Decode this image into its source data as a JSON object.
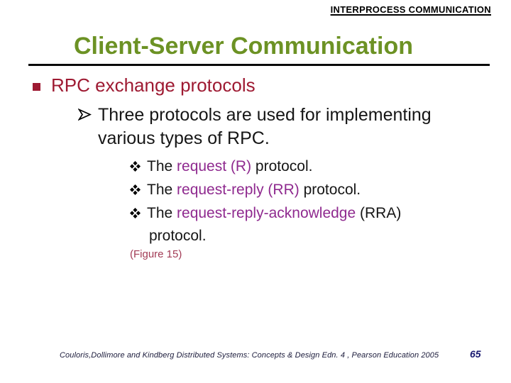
{
  "colors": {
    "title_green": "#6C9224",
    "heading_red": "#9E1A32",
    "keyword_purple": "#8F2A8F",
    "figure_red": "#A23B55",
    "footer_navy": "#1C1C3C",
    "page_number_navy": "#191970",
    "body_black": "#161616"
  },
  "header": {
    "label": "INTERPROCESS COMMUNICATION"
  },
  "title": {
    "text": "Client-Server Communication"
  },
  "bullets": {
    "level1": {
      "text": "RPC exchange protocols"
    },
    "level2": {
      "line1": "Three protocols are used for implementing",
      "line2": "various types of RPC."
    },
    "level3": [
      {
        "segments": [
          {
            "text": "The "
          },
          {
            "text": "request (R)"
          },
          {
            "text": " protocol."
          }
        ]
      },
      {
        "segments": [
          {
            "text": "The "
          },
          {
            "text": "request-reply (RR)"
          },
          {
            "text": " protocol."
          }
        ]
      },
      {
        "segments": [
          {
            "text": "The "
          },
          {
            "text": "request-reply-acknowledge"
          },
          {
            "text": " (RRA)"
          }
        ],
        "wrap_line": "protocol."
      }
    ]
  },
  "figure_note": "(Figure 15)",
  "footer": {
    "citation": "Couloris,Dollimore and Kindberg  Distributed Systems: Concepts & Design  Edn. 4 , Pearson Education 2005",
    "page_number": "65"
  }
}
